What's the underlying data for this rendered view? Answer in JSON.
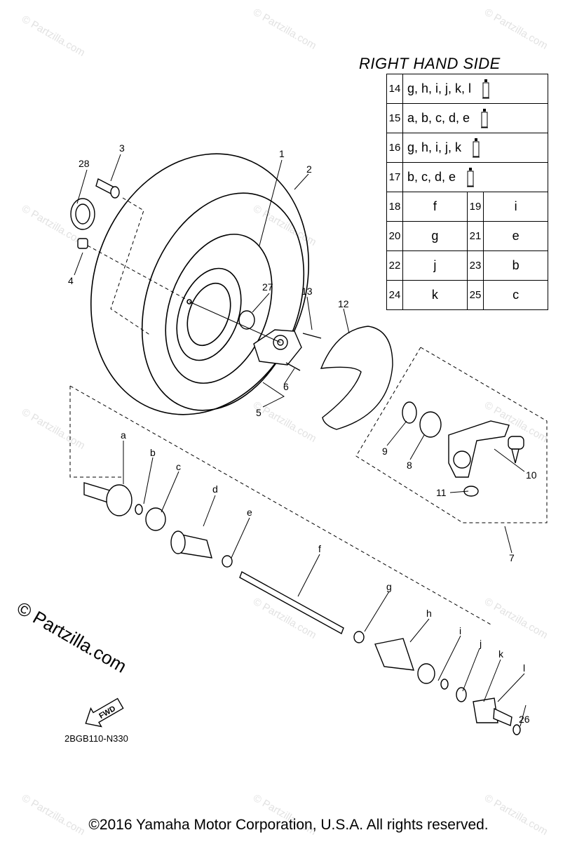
{
  "title": "RIGHT HAND SIDE",
  "reference_table": {
    "lubricant_rows": [
      {
        "num": "14",
        "parts": "g, h, i, j, k, l",
        "icon": "grease-tube-icon"
      },
      {
        "num": "15",
        "parts": "a, b, c, d, e",
        "icon": "grease-tube-icon"
      },
      {
        "num": "16",
        "parts": "g, h, i, j, k",
        "icon": "grease-tube-icon"
      },
      {
        "num": "17",
        "parts": "b, c, d, e",
        "icon": "grease-tube-icon"
      }
    ],
    "pair_rows": [
      [
        {
          "num": "18",
          "part": "f"
        },
        {
          "num": "19",
          "part": "i"
        }
      ],
      [
        {
          "num": "20",
          "part": "g"
        },
        {
          "num": "21",
          "part": "e"
        }
      ],
      [
        {
          "num": "22",
          "part": "j"
        },
        {
          "num": "23",
          "part": "b"
        }
      ],
      [
        {
          "num": "24",
          "part": "k"
        },
        {
          "num": "25",
          "part": "c"
        }
      ]
    ]
  },
  "callouts": {
    "c1": "1",
    "c2": "2",
    "c3": "3",
    "c4": "4",
    "c5": "5",
    "c6": "6",
    "c7": "7",
    "c8": "8",
    "c9": "9",
    "c10": "10",
    "c11": "11",
    "c12": "12",
    "c13": "13",
    "c26": "26",
    "c27": "27",
    "c28": "28",
    "a": "a",
    "b": "b",
    "c": "c",
    "d": "d",
    "e": "e",
    "f": "f",
    "g": "g",
    "h": "h",
    "i": "i",
    "j": "j",
    "k": "k",
    "l": "l"
  },
  "fwd_label": "FWD",
  "part_code": "2BGB110-N330",
  "watermark": "© Partzilla.com",
  "watermark_small": "© Partzilla.com",
  "copyright": "©2016 Yamaha Motor Corporation, U.S.A. All rights reserved."
}
